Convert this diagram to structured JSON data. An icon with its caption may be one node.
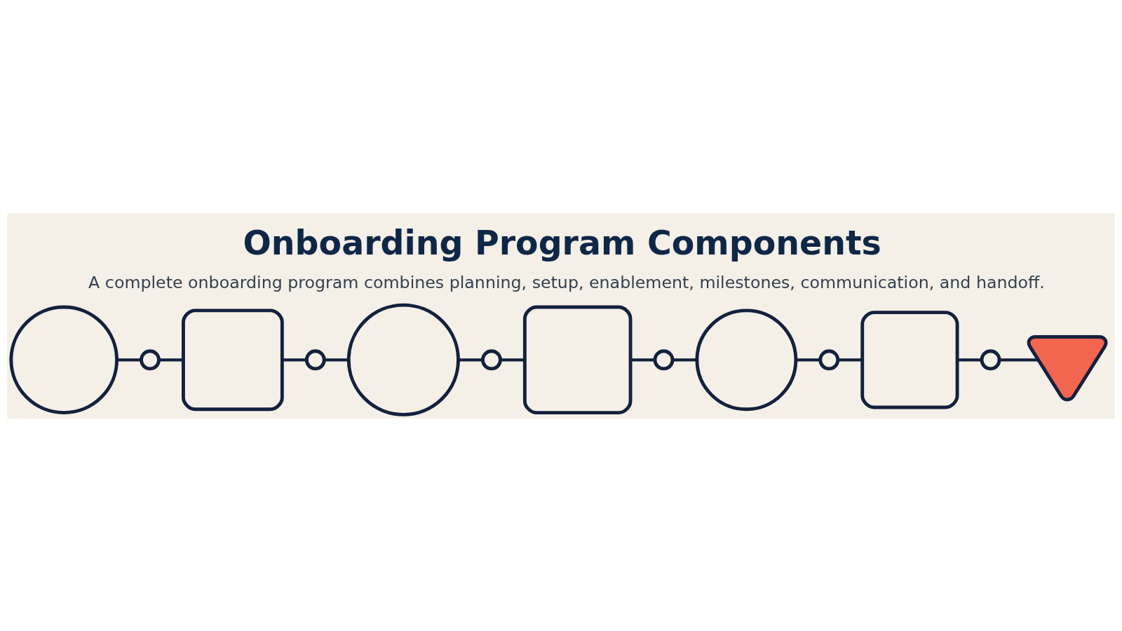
{
  "diagram": {
    "title": "Onboarding Program Components",
    "caption": "A complete onboarding program combines planning, setup, enablement, milestones, communication, and handoff.",
    "nodes": [
      {
        "text": [],
        "shape": "circle"
      },
      {
        "text": [],
        "shape": "circle"
      },
      {
        "text": [],
        "shape": "box"
      },
      {
        "text": [],
        "shape": "circle"
      },
      {
        "text": [],
        "shape": "circle"
      },
      {
        "text": [],
        "shape": "circle"
      },
      {
        "text": [],
        "shape": "box"
      },
      {
        "text": [],
        "shape": "circle"
      },
      {
        "text": [],
        "shape": "circle"
      },
      {
        "text": [],
        "shape": "circle"
      },
      {
        "text": [],
        "shape": "box"
      },
      {
        "text": [],
        "shape": "circle"
      },
      {
        "text": [],
        "shape": "picture"
      }
    ],
    "edges": [
      {
        "from": 0,
        "to": 1,
        "arrow": "none"
      },
      {
        "from": 1,
        "to": 2,
        "arrow": "none"
      },
      {
        "from": 2,
        "to": 3,
        "arrow": "none"
      },
      {
        "from": 3,
        "to": 4,
        "arrow": "none"
      },
      {
        "from": 4,
        "to": 5,
        "arrow": "none"
      },
      {
        "from": 5,
        "to": 6,
        "arrow": "none"
      },
      {
        "from": 6,
        "to": 7,
        "arrow": "none"
      },
      {
        "from": 7,
        "to": 8,
        "arrow": "none"
      },
      {
        "from": 8,
        "to": 9,
        "arrow": "none"
      },
      {
        "from": 9,
        "to": 10,
        "arrow": "none"
      },
      {
        "from": 10,
        "to": 11,
        "arrow": "none"
      },
      {
        "from": 11,
        "to": 12,
        "arrow": "none"
      }
    ]
  }
}
